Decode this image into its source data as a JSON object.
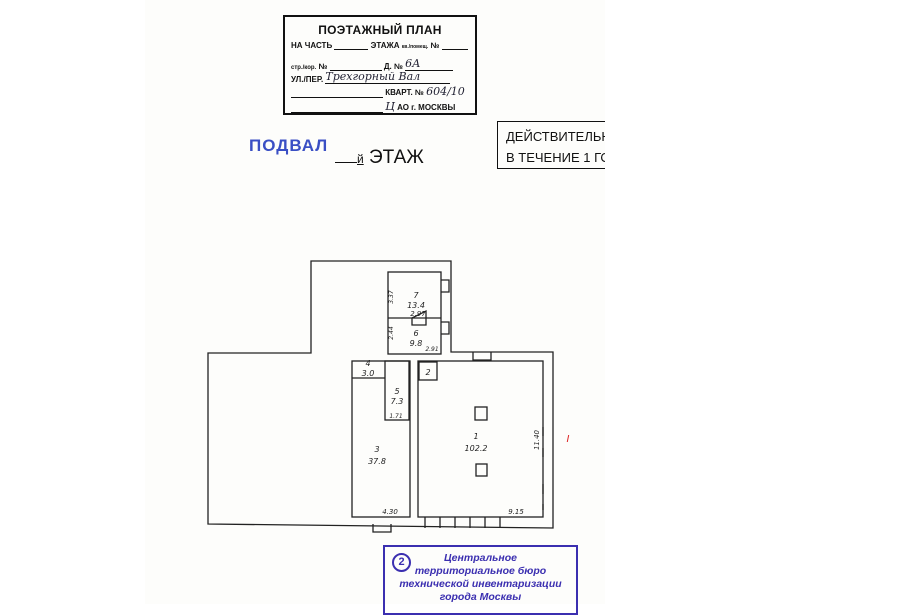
{
  "title_block": {
    "heading": "ПОЭТАЖНЫЙ ПЛАН",
    "na_chast": "НА ЧАСТЬ",
    "etazha": "ЭТАЖА",
    "kv_pomeshch": "кв./помещ.",
    "no_label": "№",
    "str_kor": "стр./кор.",
    "dom_label": "Д. №",
    "dom_value": "6А",
    "street_label": "УЛ./ПЕР.",
    "street_value": "Трехгорный Вал",
    "kvart_label": "КВАРТ. №",
    "kvart_value": "604/10",
    "ao_value": "Ц",
    "ao_label": "АО г. МОСКВЫ"
  },
  "floor_stamp": "ПОДВАЛ",
  "floor_suffix": "й",
  "floor_label": "ЭТАЖ",
  "validity": [
    "ДЕЙСТВИТЕЛЬН",
    "В ТЕЧЕНИЕ 1 ГОД"
  ],
  "rooms": [
    {
      "number": "1",
      "area": "102.2"
    },
    {
      "number": "2",
      "area": ""
    },
    {
      "number": "3",
      "area": "37.8"
    },
    {
      "number": "4",
      "area": "3.0"
    },
    {
      "number": "5",
      "area": "7.3"
    },
    {
      "number": "6",
      "area": "9.8"
    },
    {
      "number": "7",
      "area": "13.4"
    }
  ],
  "dimensions": [
    "3.37",
    "2.97",
    "2.44",
    "2.91",
    "1.71",
    "4.30",
    "9.15",
    "11.40"
  ],
  "section_mark": "I",
  "bti_stamp": {
    "number": "2",
    "lines": [
      "Центральное",
      "территориальное бюро",
      "технической инвентаризации",
      "города Москвы"
    ]
  }
}
